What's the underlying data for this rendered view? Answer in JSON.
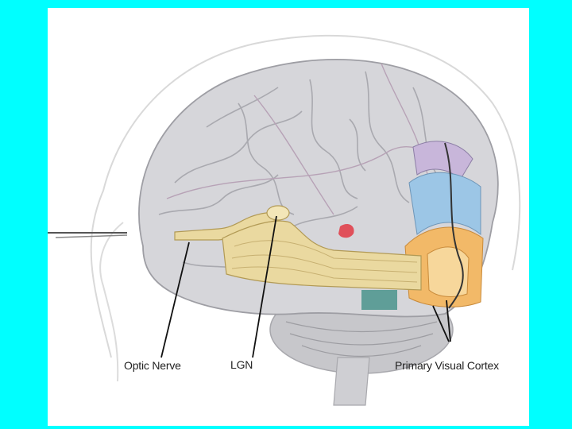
{
  "labels": {
    "optic_nerve": "Optic Nerve",
    "lgn": "LGN",
    "primary_visual_cortex": "Primary Visual Cortex"
  },
  "colors": {
    "background": "#00FFFF",
    "panel": "#FFFFFF",
    "brain": "#D3D3D6",
    "optic_pathway": "#EAD9A0",
    "visual_cortex_orange": "#F2B968",
    "visual_cortex_blue": "#9CC6E6",
    "visual_cortex_purple": "#C8B6DA",
    "highlight_red": "#E0505A"
  }
}
